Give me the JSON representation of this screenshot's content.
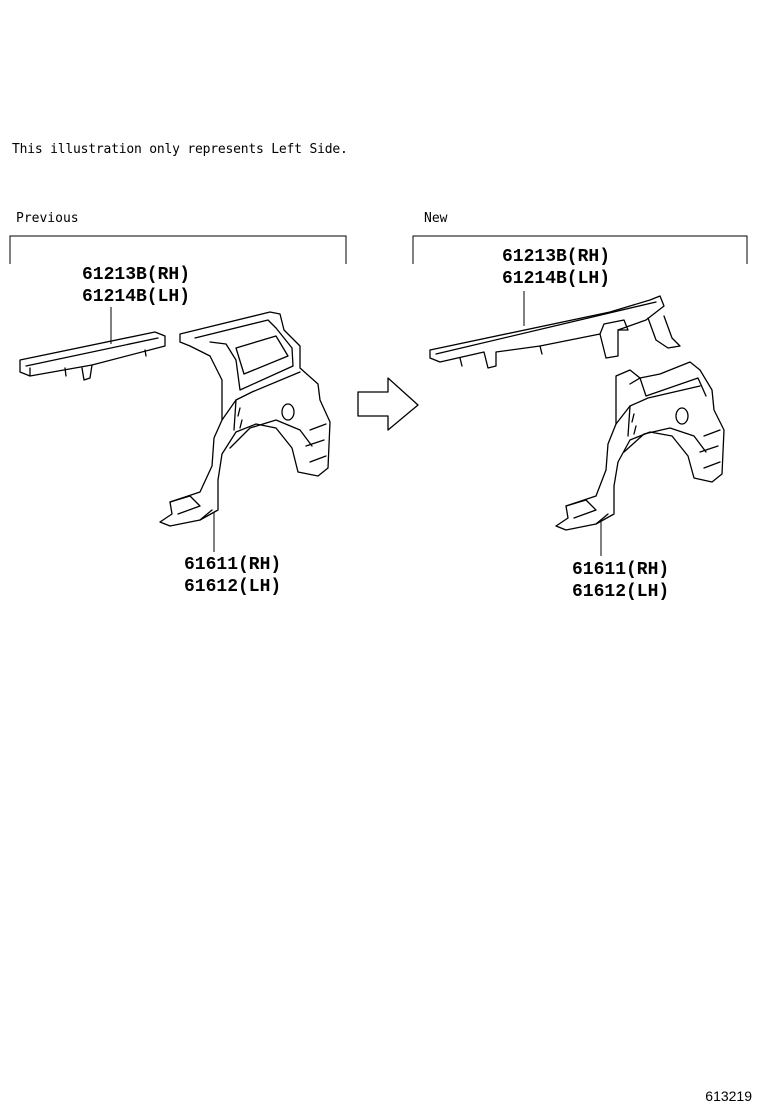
{
  "note": "This illustration only represents Left Side.",
  "previous": {
    "label": "Previous",
    "upper_part": {
      "line1": "61213B(RH)",
      "line2": "61214B(LH)"
    },
    "lower_part": {
      "line1": "61611(RH)",
      "line2": "61612(LH)"
    }
  },
  "new": {
    "label": "New",
    "upper_part": {
      "line1": "61213B(RH)",
      "line2": "61214B(LH)"
    },
    "lower_part": {
      "line1": "61611(RH)",
      "line2": "61612(LH)"
    }
  },
  "arrow_icon": "right-arrow-icon",
  "figure_id": "613219"
}
